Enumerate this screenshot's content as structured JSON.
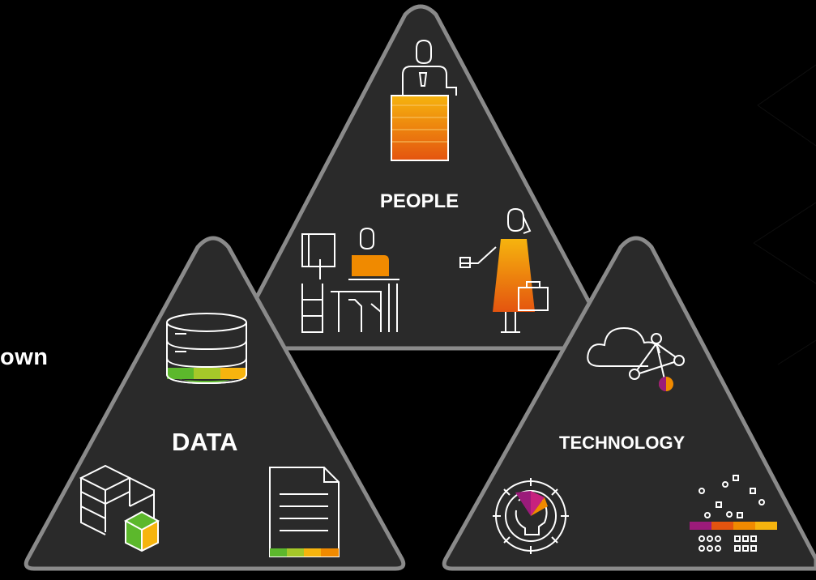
{
  "slide": {
    "cropped_text": "own",
    "triangles": {
      "people": {
        "label": "PEOPLE"
      },
      "data": {
        "label": "DATA"
      },
      "technology": {
        "label": "TECHNOLOGY"
      }
    }
  },
  "colors": {
    "background": "#000000",
    "triangle_fill": "#2a2a2a",
    "triangle_border": "#8a8a8a",
    "accent_orange": "#f08a00",
    "accent_red": "#e4540f",
    "accent_yellow": "#f6b40e",
    "accent_green": "#5cb82c",
    "accent_purple": "#9b1b7a"
  },
  "icons": [
    "podium-speaker-icon",
    "desk-worker-icon",
    "business-traveler-icon",
    "database-icon",
    "cubes-icon",
    "document-icon",
    "cloud-network-icon",
    "gear-head-icon",
    "data-points-icon"
  ]
}
